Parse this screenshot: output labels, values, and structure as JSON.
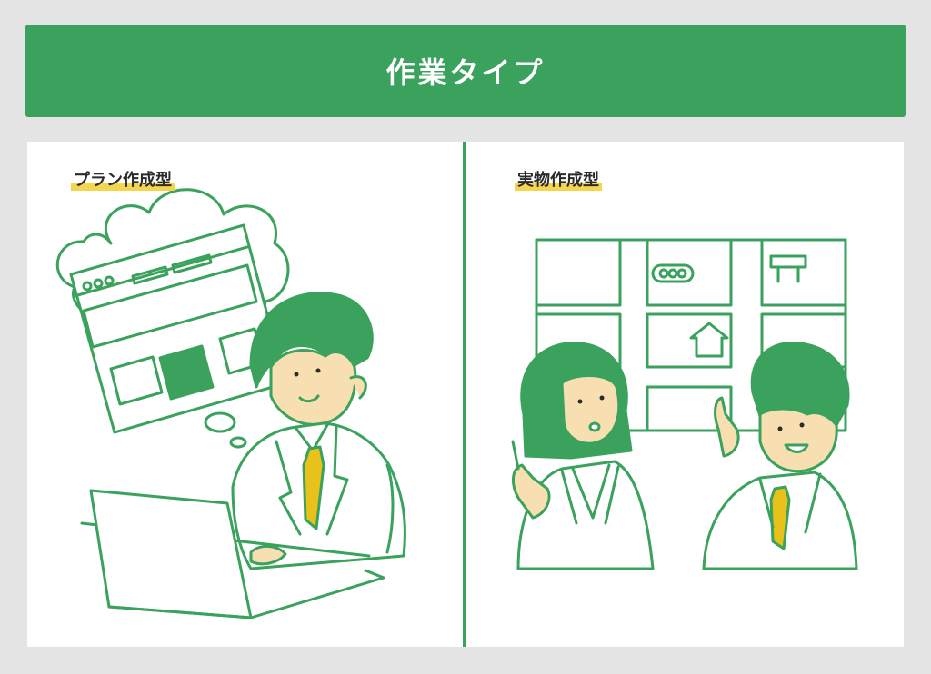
{
  "header": {
    "title": "作業タイプ"
  },
  "left_panel": {
    "label": "プラン作成型",
    "illustration": "person-planning-at-laptop"
  },
  "right_panel": {
    "label": "実物作成型",
    "illustration": "two-people-pointing-at-shelf"
  },
  "colors": {
    "accent": "#3aa25c",
    "highlight": "#f3d64e",
    "skin": "#f7dfb1",
    "tie": "#e8c21a"
  }
}
